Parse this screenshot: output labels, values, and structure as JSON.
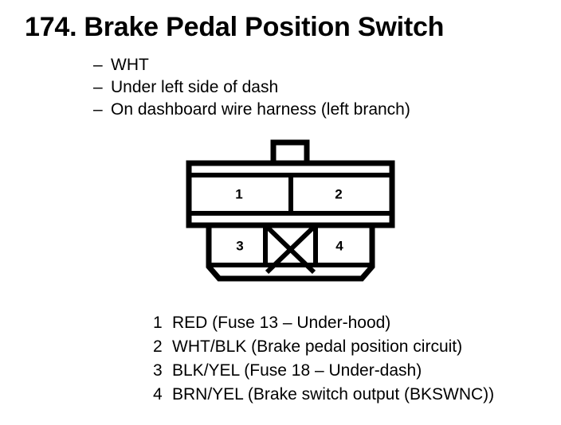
{
  "title": {
    "number": "174.",
    "name": "Brake Pedal Position Switch"
  },
  "spec_list": {
    "bullet": "–",
    "items": [
      "WHT",
      "Under left side of dash",
      "On dashboard wire harness (left branch)"
    ]
  },
  "connector": {
    "pins": [
      {
        "id": "1",
        "label": "1"
      },
      {
        "id": "2",
        "label": "2"
      },
      {
        "id": "3",
        "label": "3"
      },
      {
        "id": "4",
        "label": "4"
      }
    ],
    "blocked_cavity_marker": "X",
    "outline_color": "#000000",
    "fill_color": "#ffffff"
  },
  "pin_legend": {
    "rows": [
      {
        "num": "1",
        "text": "RED (Fuse 13 – Under-hood)"
      },
      {
        "num": "2",
        "text": "WHT/BLK (Brake pedal position circuit)"
      },
      {
        "num": "3",
        "text": "BLK/YEL (Fuse 18 – Under-dash)"
      },
      {
        "num": "4",
        "text": "BRN/YEL (Brake switch output (BKSWNC))"
      }
    ]
  }
}
